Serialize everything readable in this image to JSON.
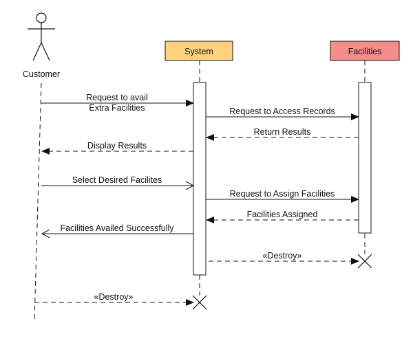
{
  "colors": {
    "line": "#111111",
    "system_fill": "#FFD27F",
    "facilities_fill": "#F48C8C",
    "activation_fill": "#ffffff"
  },
  "participants": {
    "customer": {
      "label": "Customer",
      "icon": "actor-icon"
    },
    "system": {
      "label": "System"
    },
    "facilities": {
      "label": "Facilities"
    }
  },
  "messages": {
    "m1": {
      "line1": "Request to avail",
      "line2": "Extra Facilities"
    },
    "m2": {
      "label": "Request to Access Records"
    },
    "m3": {
      "label": "Return Results"
    },
    "m4": {
      "label": "Display Results"
    },
    "m5": {
      "label": "Select Desired Facilites"
    },
    "m6": {
      "label": "Request to Assign Facilities"
    },
    "m7": {
      "label": "Facilities Assigned"
    },
    "m8": {
      "label": "Facilities Availed Successfully"
    },
    "m9": {
      "label": "«Destroy»"
    },
    "m10": {
      "label": "«Destroy»"
    }
  }
}
